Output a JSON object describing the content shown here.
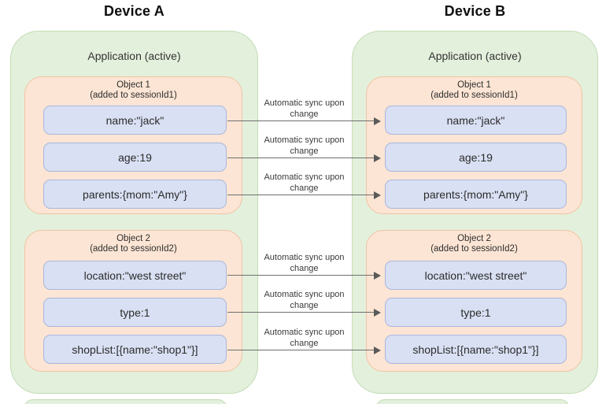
{
  "devices": [
    {
      "title": "Device A",
      "app_label": "Application (active)",
      "objects": [
        {
          "title": "Object 1",
          "subtitle": "(added to sessionId1)",
          "fields": [
            "name:\"jack\"",
            "age:19",
            "parents:{mom:\"Amy\"}"
          ]
        },
        {
          "title": "Object 2",
          "subtitle": "(added to sessionId2)",
          "fields": [
            "location:\"west street\"",
            "type:1",
            "shopList:[{name:\"shop1\"}]"
          ]
        }
      ]
    },
    {
      "title": "Device B",
      "app_label": "Application (active)",
      "objects": [
        {
          "title": "Object 1",
          "subtitle": "(added to sessionId1)",
          "fields": [
            "name:\"jack\"",
            "age:19",
            "parents:{mom:\"Amy\"}"
          ]
        },
        {
          "title": "Object 2",
          "subtitle": "(added to sessionId2)",
          "fields": [
            "location:\"west street\"",
            "type:1",
            "shopList:[{name:\"shop1\"}]"
          ]
        }
      ]
    }
  ],
  "arrows": [
    {
      "label": "Automatic sync upon change"
    },
    {
      "label": "Automatic sync upon change"
    },
    {
      "label": "Automatic sync upon change"
    },
    {
      "label": "Automatic sync upon change"
    },
    {
      "label": "Automatic sync upon change"
    },
    {
      "label": "Automatic sync upon change"
    }
  ],
  "colors": {
    "application_fill": "#e3f0dc",
    "application_border": "#c3ddb6",
    "object_fill": "#fce5d4",
    "object_border": "#f0c4a4",
    "field_fill": "#d9e0f3",
    "field_border": "#a9b7de",
    "arrow": "#6f6f6f",
    "text": "#2b2b2b"
  }
}
